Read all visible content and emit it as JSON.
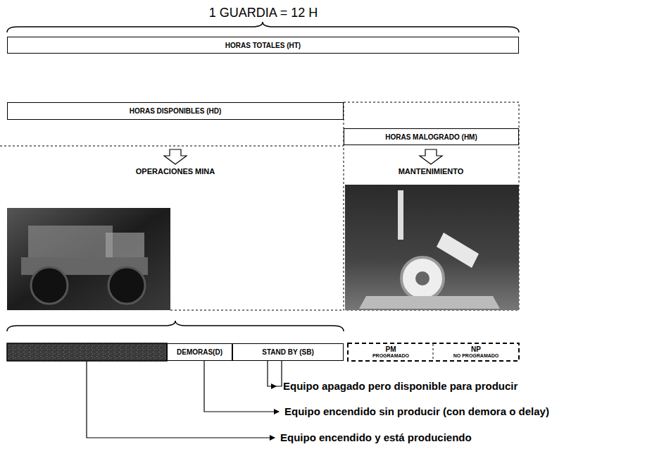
{
  "diagram": {
    "nodes": [
      {
        "text": [
          "HORAS TOTALES (HT)"
        ]
      },
      {
        "text": [
          "HORAS DISPONIBLES (HD)"
        ]
      },
      {
        "text": [
          "HORAS MALOGRADO (HM)"
        ]
      },
      {
        "text": [
          "DEMORAS(D)"
        ]
      },
      {
        "text": [
          "STAND BY (SB)"
        ]
      },
      {
        "text": [
          "PM",
          "PROGRAMADO"
        ]
      },
      {
        "text": [
          "NP",
          "NO PROGRAMADO"
        ]
      }
    ],
    "labels": [
      "1 GUARDIA = 12 H",
      "OPERACIONES MINA",
      "MANTENIMIENTO",
      "Equipo apagado pero disponible para producir",
      "Equipo encendido sin producir (con demora o delay)",
      "Equipo encendido y está produciendo"
    ]
  }
}
